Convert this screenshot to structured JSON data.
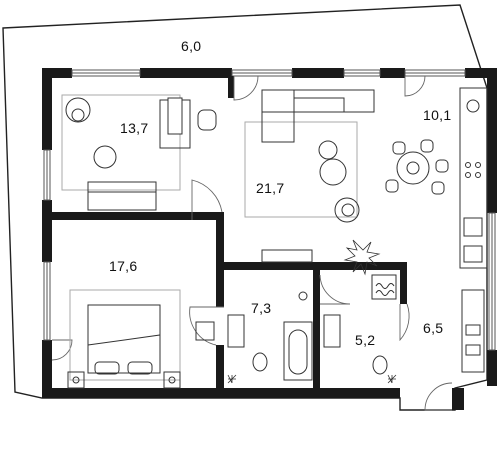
{
  "rooms": [
    {
      "id": "terrace",
      "area": "6,0"
    },
    {
      "id": "bedroom-left",
      "area": "13,7"
    },
    {
      "id": "living",
      "area": "21,7"
    },
    {
      "id": "kitchen",
      "area": "10,1"
    },
    {
      "id": "bedroom-master",
      "area": "17,6"
    },
    {
      "id": "bath-1",
      "area": "7,3"
    },
    {
      "id": "bath-2",
      "area": "5,2"
    },
    {
      "id": "hall",
      "area": "6,5"
    }
  ]
}
